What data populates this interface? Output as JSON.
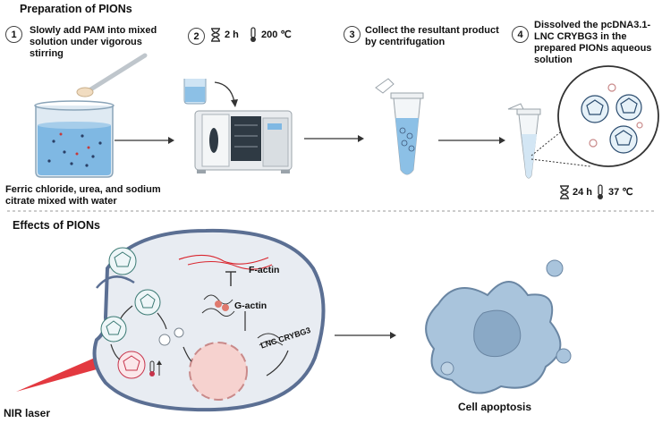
{
  "prep": {
    "title": "Preparation of PIONs",
    "steps": [
      {
        "num": "1",
        "text": "Slowly add PAM into mixed solution under vigorous stirring"
      },
      {
        "num": "2",
        "time": "2 h",
        "temp": "200 ℃"
      },
      {
        "num": "3",
        "text": "Collect the resultant product by centrifugation"
      },
      {
        "num": "4",
        "text": "Dissolved the pcDNA3.1-LNC CRYBG3  in the prepared PIONs aqueous solution"
      }
    ],
    "ferric_note": "Ferric chloride,  urea, and  sodium citrate mixed with water",
    "incubate_time": "24 h",
    "incubate_temp": "37 ℃"
  },
  "effects": {
    "title": "Effects of PIONs",
    "factin": "F-actin",
    "gactin": "G-actin",
    "lnc": "LNC CRYBG3",
    "nir": "NIR laser",
    "apoptosis": "Cell apoptosis"
  },
  "colors": {
    "beaker_liquid": "#7fb8e3",
    "cell_fill": "#e8ecf2",
    "cell_border": "#5b6f93",
    "nucleus": "#f6d2cf",
    "apoptosis_fill": "#a9c4dc",
    "laser": "#e0242b",
    "actin": "#d9262f"
  }
}
